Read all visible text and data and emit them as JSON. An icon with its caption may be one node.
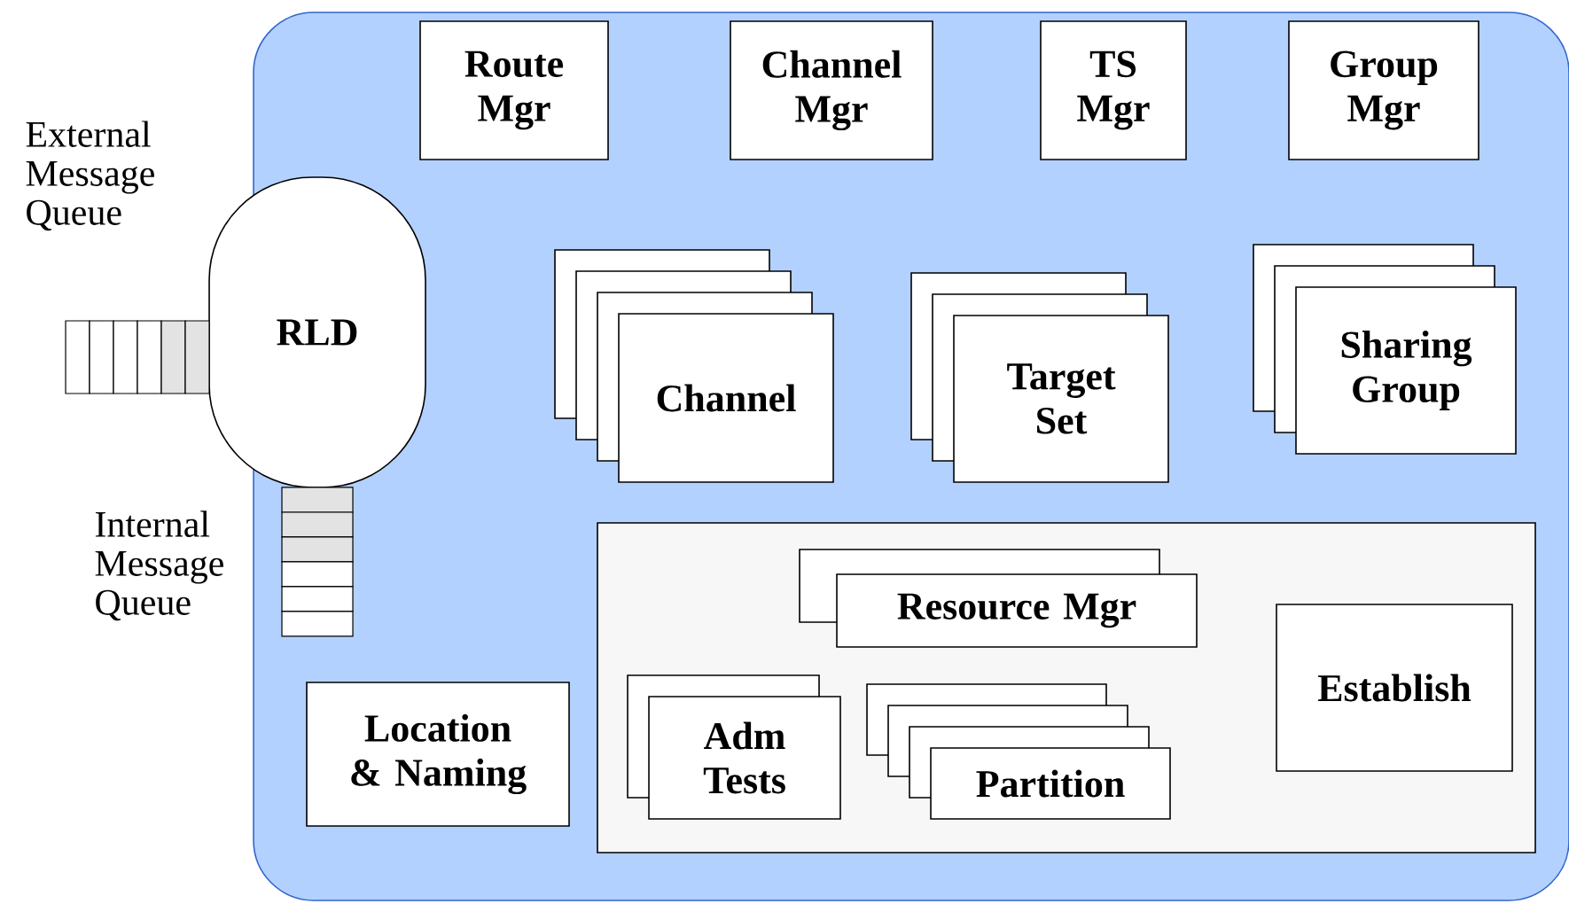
{
  "diagram": {
    "nodes": [
      {
        "text": [],
        "shape": "box"
      },
      {
        "text": [
          "RLD"
        ]
      },
      {
        "text": [
          "Route Mgr"
        ],
        "in": 0
      },
      {
        "text": [
          "Channel Mgr"
        ],
        "in": 0
      },
      {
        "text": [
          "TS Mgr"
        ],
        "in": 0
      },
      {
        "text": [
          "Group Mgr"
        ],
        "in": 0
      },
      {
        "text": [
          "Channel"
        ],
        "in": 0
      },
      {
        "text": [
          "Target Set"
        ],
        "in": 0
      },
      {
        "text": [
          "Sharing Group"
        ],
        "in": 0
      },
      {
        "text": [],
        "shape": "box",
        "in": 0
      },
      {
        "text": [
          "Resource Mgr"
        ],
        "in": 9
      },
      {
        "text": [
          "Adm Tests"
        ],
        "in": 9
      },
      {
        "text": [
          "Partition"
        ],
        "in": 9
      },
      {
        "text": [
          "Establish"
        ],
        "in": 9
      },
      {
        "text": [
          "Location & Naming"
        ],
        "in": 0
      }
    ],
    "labels": [
      "External Message Queue",
      "Internal Message Queue"
    ]
  }
}
